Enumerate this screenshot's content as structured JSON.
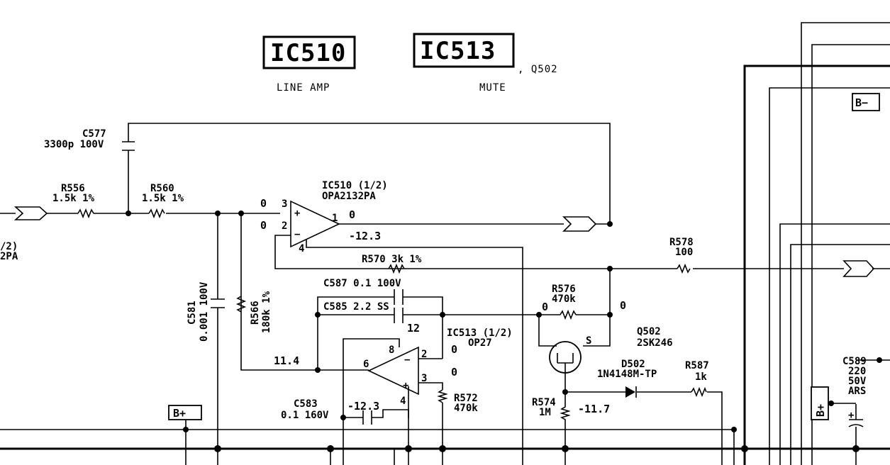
{
  "header": {
    "ic_a": "IC510",
    "ic_a_caption": "LINE AMP",
    "ic_b": "IC513",
    "ic_b_caption": "MUTE",
    "ic_b_suffix": ", Q502"
  },
  "parts": {
    "c577_name": "C577",
    "c577_value": "3300p 100V",
    "r556_name": "R556",
    "r556_value": "1.5k 1%",
    "r560_name": "R560",
    "r560_value": "1.5k 1%",
    "ic510_name": "IC510 (1/2)",
    "ic510_part": "OPA2132PA",
    "r570": "R570 3k 1%",
    "r578_name": "R578",
    "r578_value": "100",
    "c587": "C587 0.1 100V",
    "c585": "C585 2.2 SS",
    "r576_name": "R576",
    "r576_value": "470k",
    "c581_name": "C581",
    "c581_value": "0.001 100V",
    "r566_name": "R566",
    "r566_value": "180k 1%",
    "ic513_name": "IC513 (1/2)",
    "ic513_part": "OP27",
    "q502_name": "Q502",
    "q502_part": "2SK246",
    "d502_name": "D502",
    "d502_part": "1N4148M-TP",
    "r587_name": "R587",
    "r587_value": "1k",
    "c589_name": "C589",
    "c589_v1": "220",
    "c589_v2": "50V",
    "c589_v3": "ARS",
    "r572_name": "R572",
    "r572_value": "470k",
    "r574_name": "R574",
    "r574_value": "1M",
    "c583_name": "C583",
    "c583_value": "0.1 160V",
    "left_edge_1": "/2)",
    "left_edge_2": "2PA"
  },
  "pins": {
    "p3": "3",
    "p2": "2",
    "p1": "1",
    "p4": "4",
    "p8": "8",
    "p6": "6",
    "p2b": "2",
    "p3b": "3",
    "p4b": "4",
    "s": "S"
  },
  "voltages": {
    "v_in3": "0",
    "v_in2": "0",
    "v_out1": "0",
    "v_neg": "-12.3",
    "v_r576a": "0",
    "v_r576b": "0",
    "v_p12": "12",
    "v_p2": "0",
    "v_p3": "0",
    "v_114": "11.4",
    "v_neg2": "-12.3",
    "v_neg117": "-11.7"
  },
  "rails": {
    "b_plus": "B+",
    "b_minus": "B−",
    "b_side": "B+"
  }
}
